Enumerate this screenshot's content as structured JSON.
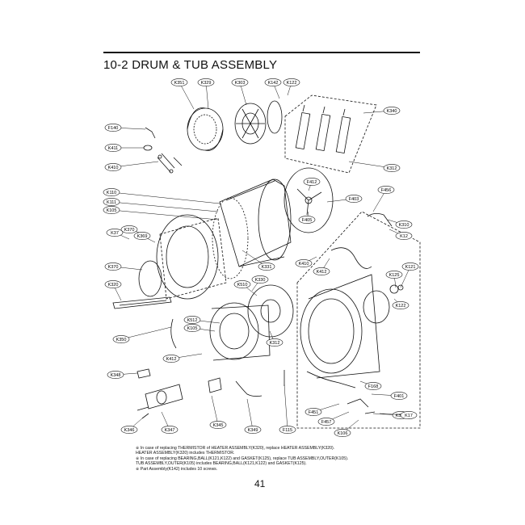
{
  "section_title": "10-2 DRUM & TUB ASSEMBLY",
  "page_number": "41",
  "callouts": [
    {
      "id": "c1",
      "label": "K351"
    },
    {
      "id": "c2",
      "label": "K329"
    },
    {
      "id": "c3",
      "label": "K303"
    },
    {
      "id": "c4",
      "label": "K142"
    },
    {
      "id": "c5",
      "label": "K122"
    },
    {
      "id": "c6",
      "label": "F140"
    },
    {
      "id": "c7",
      "label": "K411"
    },
    {
      "id": "c8",
      "label": "K410"
    },
    {
      "id": "c9",
      "label": "K110"
    },
    {
      "id": "c10",
      "label": "K111"
    },
    {
      "id": "c11",
      "label": "K105"
    },
    {
      "id": "c12",
      "label": "K370"
    },
    {
      "id": "c13",
      "label": "K369"
    },
    {
      "id": "c14",
      "label": "K37"
    },
    {
      "id": "c15",
      "label": "K370"
    },
    {
      "id": "c16",
      "label": "K320"
    },
    {
      "id": "c17",
      "label": "K350"
    },
    {
      "id": "c18",
      "label": "K412"
    },
    {
      "id": "c19",
      "label": "K340"
    },
    {
      "id": "c20",
      "label": "K312"
    },
    {
      "id": "c21",
      "label": "K331"
    },
    {
      "id": "c22",
      "label": "K330"
    },
    {
      "id": "c23",
      "label": "K510"
    },
    {
      "id": "c24",
      "label": "K512"
    },
    {
      "id": "c25",
      "label": "K105"
    },
    {
      "id": "c26",
      "label": "F412"
    },
    {
      "id": "c27",
      "label": "F403"
    },
    {
      "id": "c28",
      "label": "F405"
    },
    {
      "id": "c29",
      "label": "K410"
    },
    {
      "id": "c30",
      "label": "K412"
    },
    {
      "id": "c31",
      "label": "F456"
    },
    {
      "id": "c32",
      "label": "K310"
    },
    {
      "id": "c33",
      "label": "K12"
    },
    {
      "id": "c34",
      "label": "K125"
    },
    {
      "id": "c35",
      "label": "K121"
    },
    {
      "id": "c36",
      "label": "K122"
    },
    {
      "id": "c37",
      "label": "K312"
    },
    {
      "id": "c38",
      "label": "K348"
    },
    {
      "id": "c39",
      "label": "K346"
    },
    {
      "id": "c40",
      "label": "K347"
    },
    {
      "id": "c41",
      "label": "K345"
    },
    {
      "id": "c42",
      "label": "K349"
    },
    {
      "id": "c43",
      "label": "F115"
    },
    {
      "id": "c44",
      "label": "F168"
    },
    {
      "id": "c45",
      "label": "F401"
    },
    {
      "id": "c46",
      "label": "F451"
    },
    {
      "id": "c47",
      "label": "F457"
    },
    {
      "id": "c48",
      "label": "K106"
    },
    {
      "id": "c49",
      "label": "K350"
    },
    {
      "id": "c50",
      "label": "K17"
    }
  ],
  "notes": [
    "※ In case of replacing THERMISTOR of HEATER ASSEMBLY(K320), replace HEATER ASSEMBLY(K320).",
    "HEATER ASSEMBLY(K320) includes THERMISTOR.",
    "※ In case of replacing BEARING,BALL(K121,K122) and GASKET(K125), replace TUB ASSEMBLY,OUTER(K105).",
    "TUB ASSEMBLY,OUTER(K105) includes BEARING,BALL(K121,K122) and GASKET(K125).",
    "※ Part Assembly(K142) includes 10 screws."
  ]
}
